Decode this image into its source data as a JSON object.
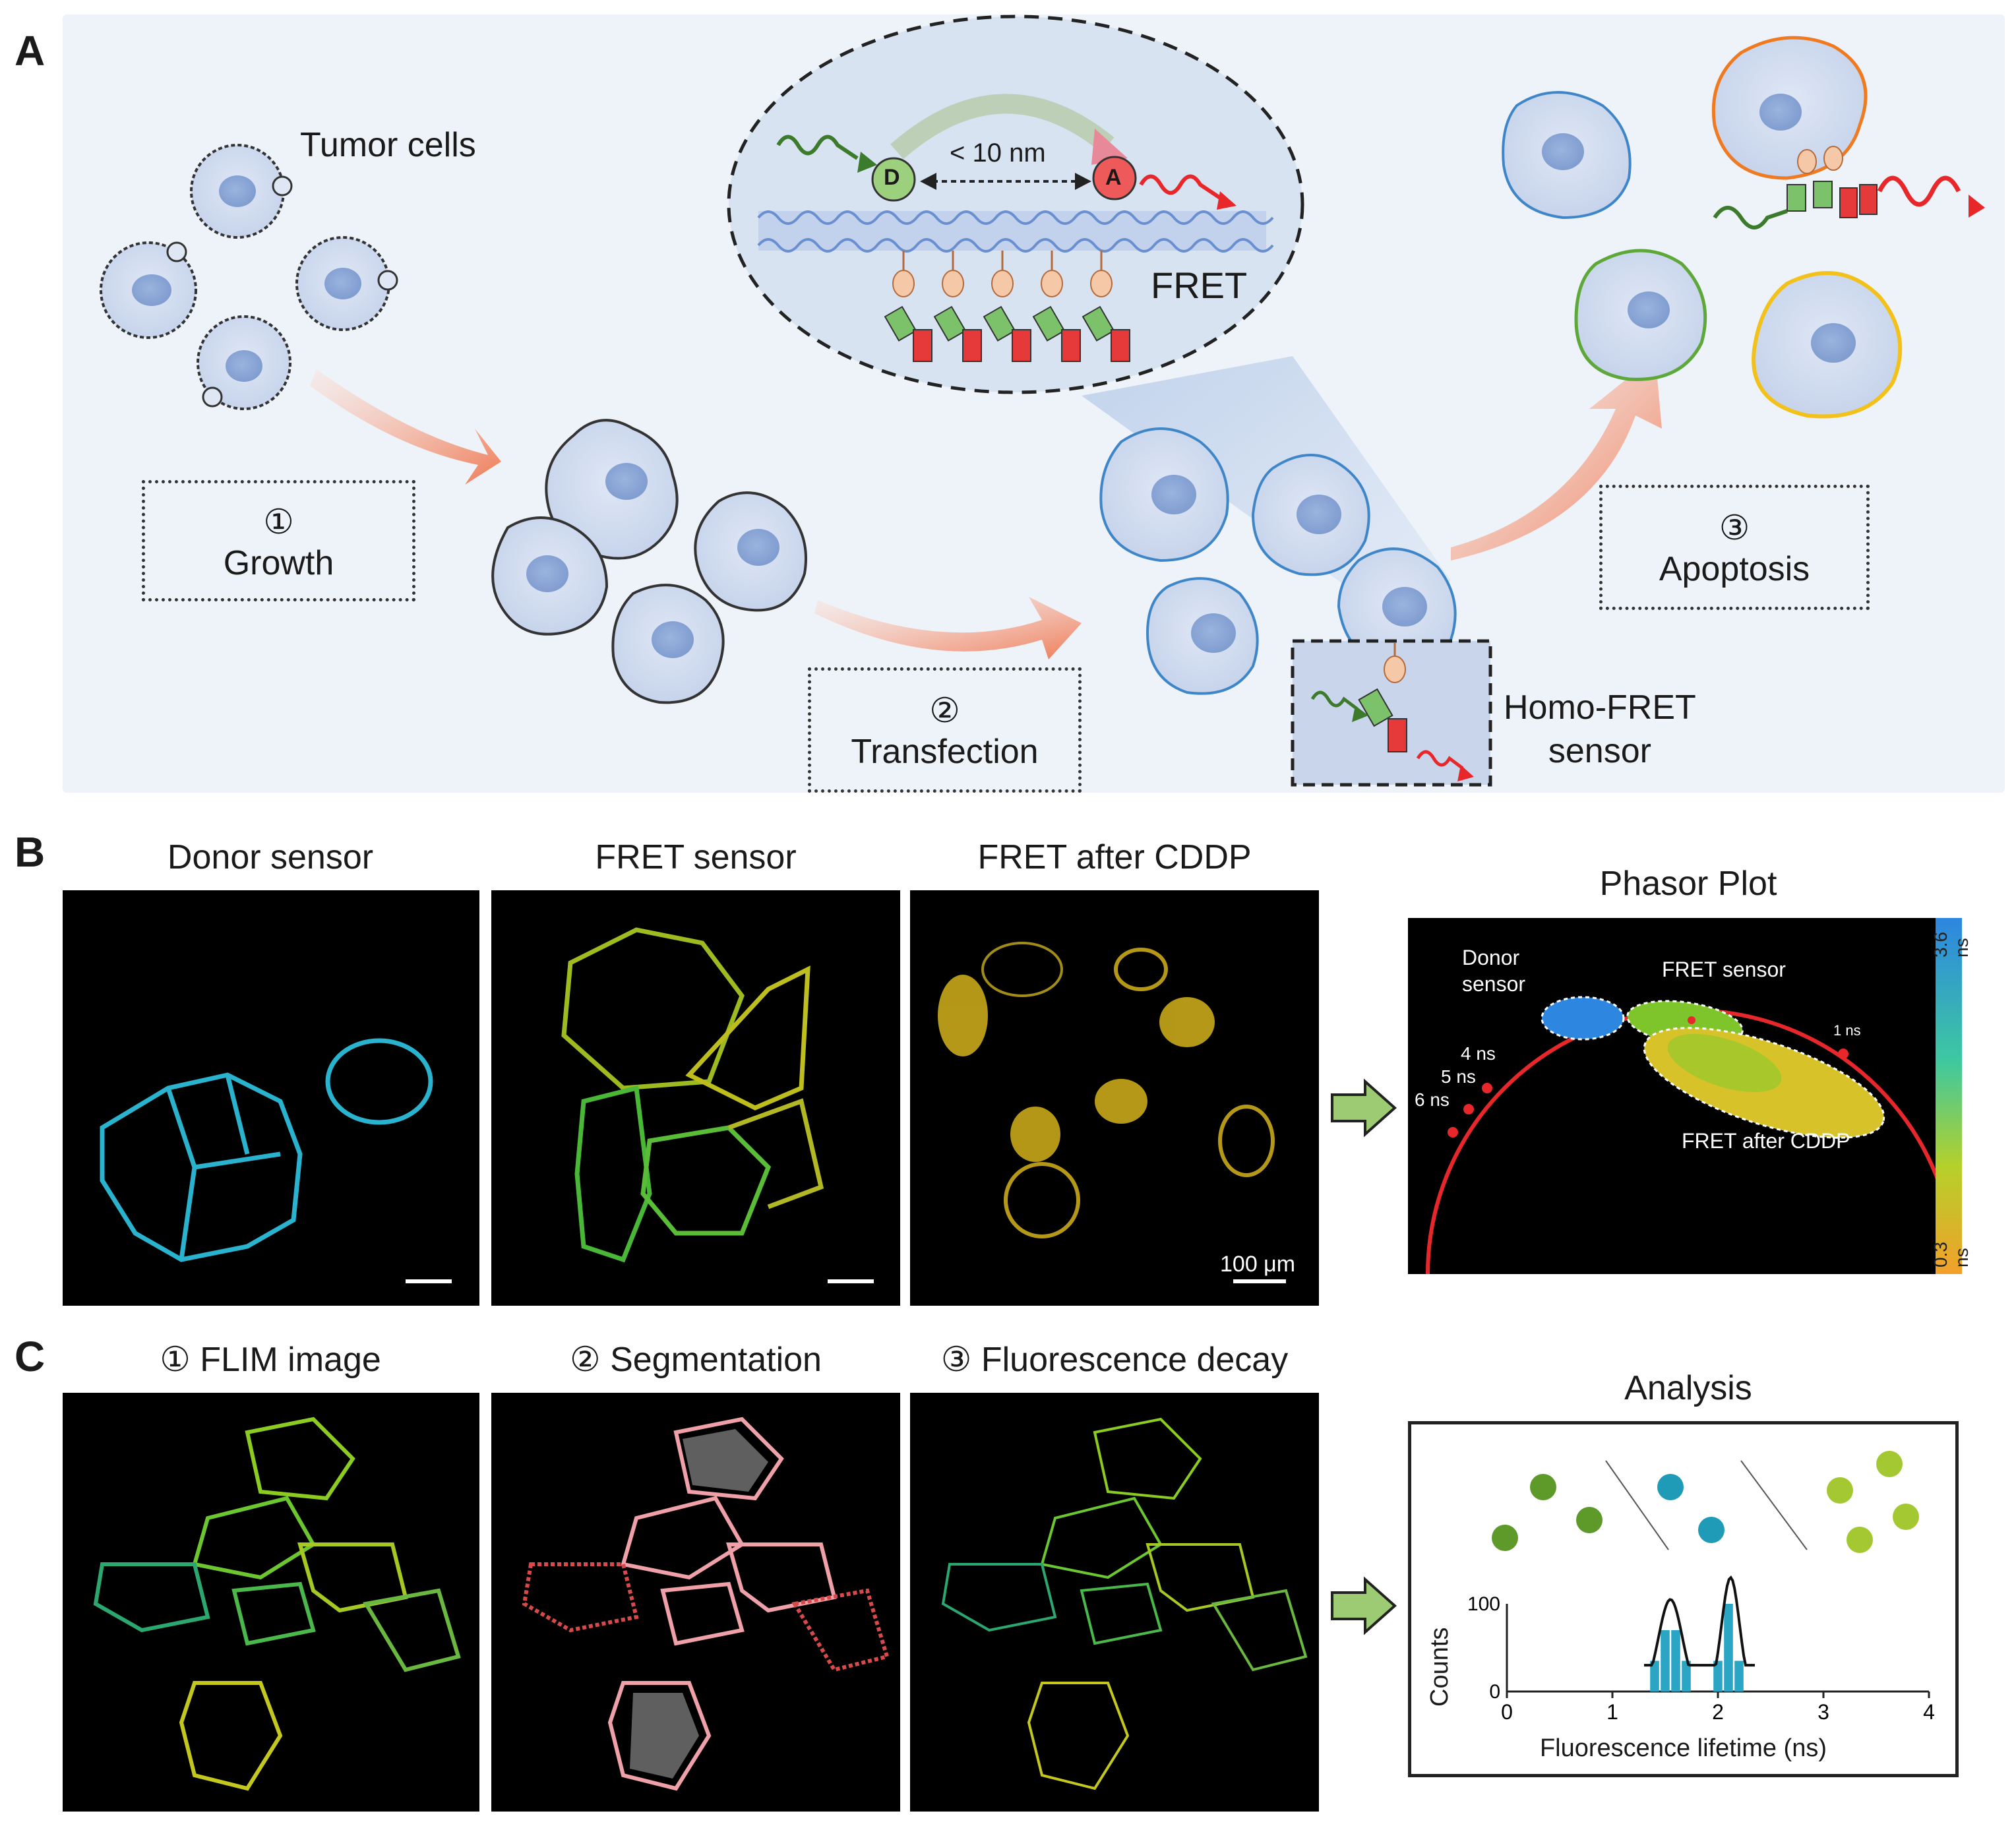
{
  "panel_a": {
    "letter": "A",
    "tumor_cells": "Tumor cells",
    "step1_num": "①",
    "step1_label": "Growth",
    "step2_num": "②",
    "step2_label": "Transfection",
    "step3_num": "③",
    "step3_label": "Apoptosis",
    "donor_letter": "D",
    "acceptor_letter": "A",
    "distance": "< 10 nm",
    "fret": "FRET",
    "homo_fret_line1": "Homo-FRET",
    "homo_fret_line2": "sensor"
  },
  "panel_b": {
    "letter": "B",
    "col1": "Donor sensor",
    "col2": "FRET sensor",
    "col3": "FRET after CDDP",
    "scale_bar": "100 μm",
    "phasor_title": "Phasor Plot",
    "phasor_donor_line1": "Donor",
    "phasor_donor_line2": "sensor",
    "phasor_fret": "FRET sensor",
    "phasor_fret_cddp": "FRET after CDDP",
    "tick_4": "4 ns",
    "tick_5": "5 ns",
    "tick_6": "6 ns",
    "tick_1": "1 ns",
    "cbar_top": "3.6 ns",
    "cbar_bottom": "0.3 ns"
  },
  "panel_c": {
    "letter": "C",
    "col1": "① FLIM image",
    "col2": "② Segmentation",
    "col3": "③ Fluorescence decay",
    "analysis_title": "Analysis",
    "ylabel": "Counts",
    "xlabel": "Fluorescence lifetime (ns)",
    "yticks": [
      "100",
      "0"
    ],
    "xticks": [
      "0",
      "1",
      "2",
      "3",
      "4"
    ]
  },
  "chart_data": {
    "type": "bar",
    "xlabel": "Fluorescence lifetime (ns)",
    "ylabel": "Counts",
    "xlim": [
      0,
      4
    ],
    "ylim": [
      0,
      100
    ],
    "bars": [
      {
        "x": 1.4,
        "y": 35
      },
      {
        "x": 1.5,
        "y": 70
      },
      {
        "x": 1.6,
        "y": 70
      },
      {
        "x": 1.7,
        "y": 35
      },
      {
        "x": 2.0,
        "y": 35
      },
      {
        "x": 2.1,
        "y": 100
      },
      {
        "x": 2.2,
        "y": 35
      }
    ]
  },
  "colors": {
    "cyan": "#2fc7e6",
    "green": "#58c22a",
    "yellow": "#d7c31a",
    "red": "#e8272b",
    "bar": "#2aa6c4",
    "orange_arrow": "#f08a6a"
  }
}
